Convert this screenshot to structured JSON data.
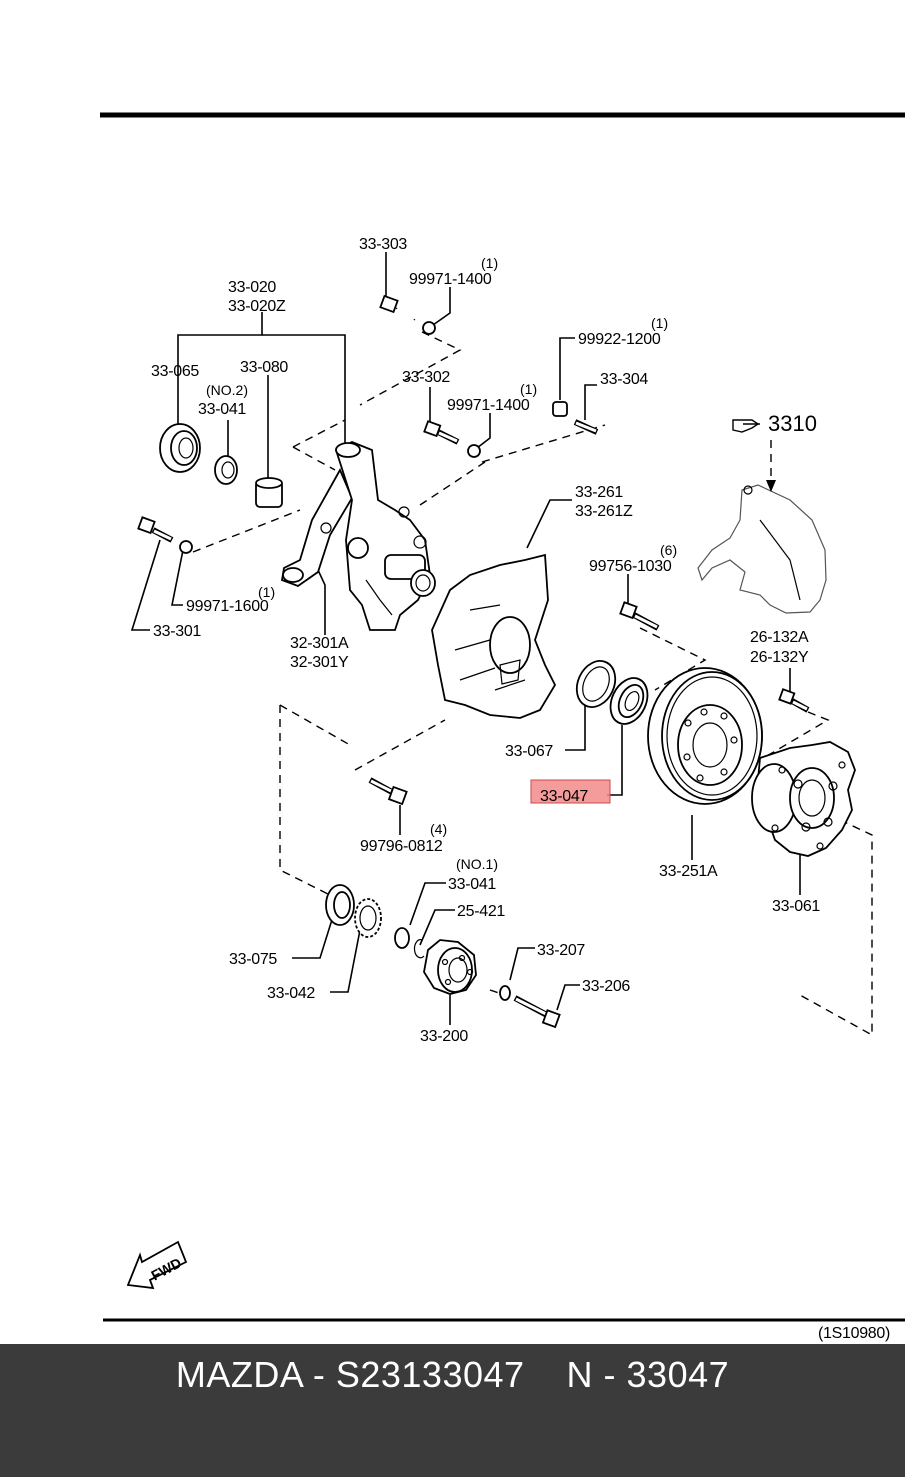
{
  "diagram": {
    "labels": {
      "p33_303": "33-303",
      "p99971_1400_a": "99971-1400",
      "q1_a": "(1)",
      "p33_020": "33-020",
      "p33_020z": "33-020Z",
      "p99922_1200": "99922-1200",
      "q1_b": "(1)",
      "p33_065": "33-065",
      "p33_080": "33-080",
      "no2": "(NO.2)",
      "p33_041_a": "33-041",
      "p33_302": "33-302",
      "p99971_1400_b": "99971-1400",
      "q1_c": "(1)",
      "p33_304": "33-304",
      "p3310": "3310",
      "p33_261": "33-261",
      "p33_261z": "33-261Z",
      "p99756_1030": "99756-1030",
      "q6": "(6)",
      "q1_d": "(1)",
      "p99971_1600": "99971-1600",
      "p33_301": "33-301",
      "p32_301a": "32-301A",
      "p32_301y": "32-301Y",
      "p26_132a": "26-132A",
      "p26_132y": "26-132Y",
      "p33_067": "33-067",
      "p33_047": "33-047",
      "q4": "(4)",
      "p99796_0812": "99796-0812",
      "p33_251a": "33-251A",
      "p33_061": "33-061",
      "no1": "(NO.1)",
      "p33_041_b": "33-041",
      "p25_421": "25-421",
      "p33_207": "33-207",
      "p33_075": "33-075",
      "p33_206": "33-206",
      "p33_042": "33-042",
      "p33_200": "33-200",
      "fwd": "FWD",
      "ref_code": "(1S10980)"
    },
    "highlight_color": "#f28b8b"
  },
  "footer": {
    "text": "MAZDA - S23133047    N - 33047"
  }
}
